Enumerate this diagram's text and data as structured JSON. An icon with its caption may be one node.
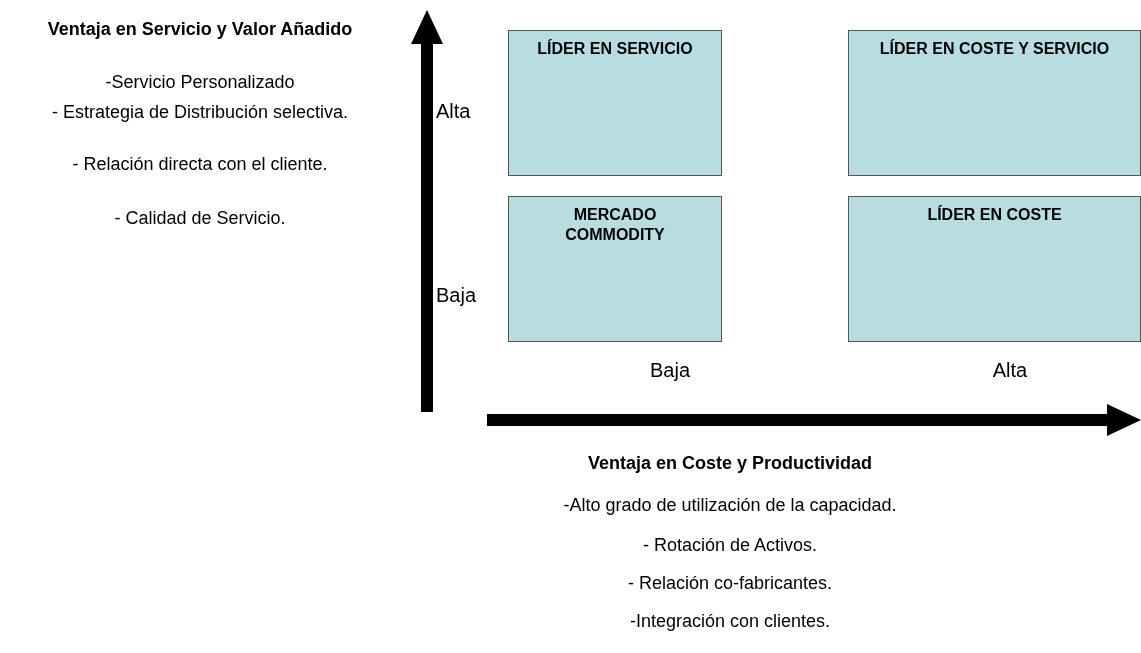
{
  "diagram": {
    "nodes": [
      {
        "text": [
          "LÍDER EN SERVICIO"
        ]
      },
      {
        "text": [
          "LÍDER EN COSTE Y SERVICIO"
        ]
      },
      {
        "text": [
          "MERCADO COMMODITY"
        ]
      },
      {
        "text": [
          "LÍDER EN COSTE"
        ]
      }
    ],
    "edges": [],
    "labels": [
      "Ventaja en Servicio y Valor Añadido",
      "-Servicio Personalizado",
      "- Estrategia de Distribución selectiva.",
      "- Relación directa con el cliente.",
      "- Calidad de Servicio.",
      "Alta",
      "Baja",
      "Baja",
      "Alta",
      "Ventaja en Coste y Productividad",
      "-Alto grado de utilización de la capacidad.",
      "- Rotación de Activos.",
      "- Relación co-fabricantes.",
      "-Integración con clientes."
    ]
  }
}
